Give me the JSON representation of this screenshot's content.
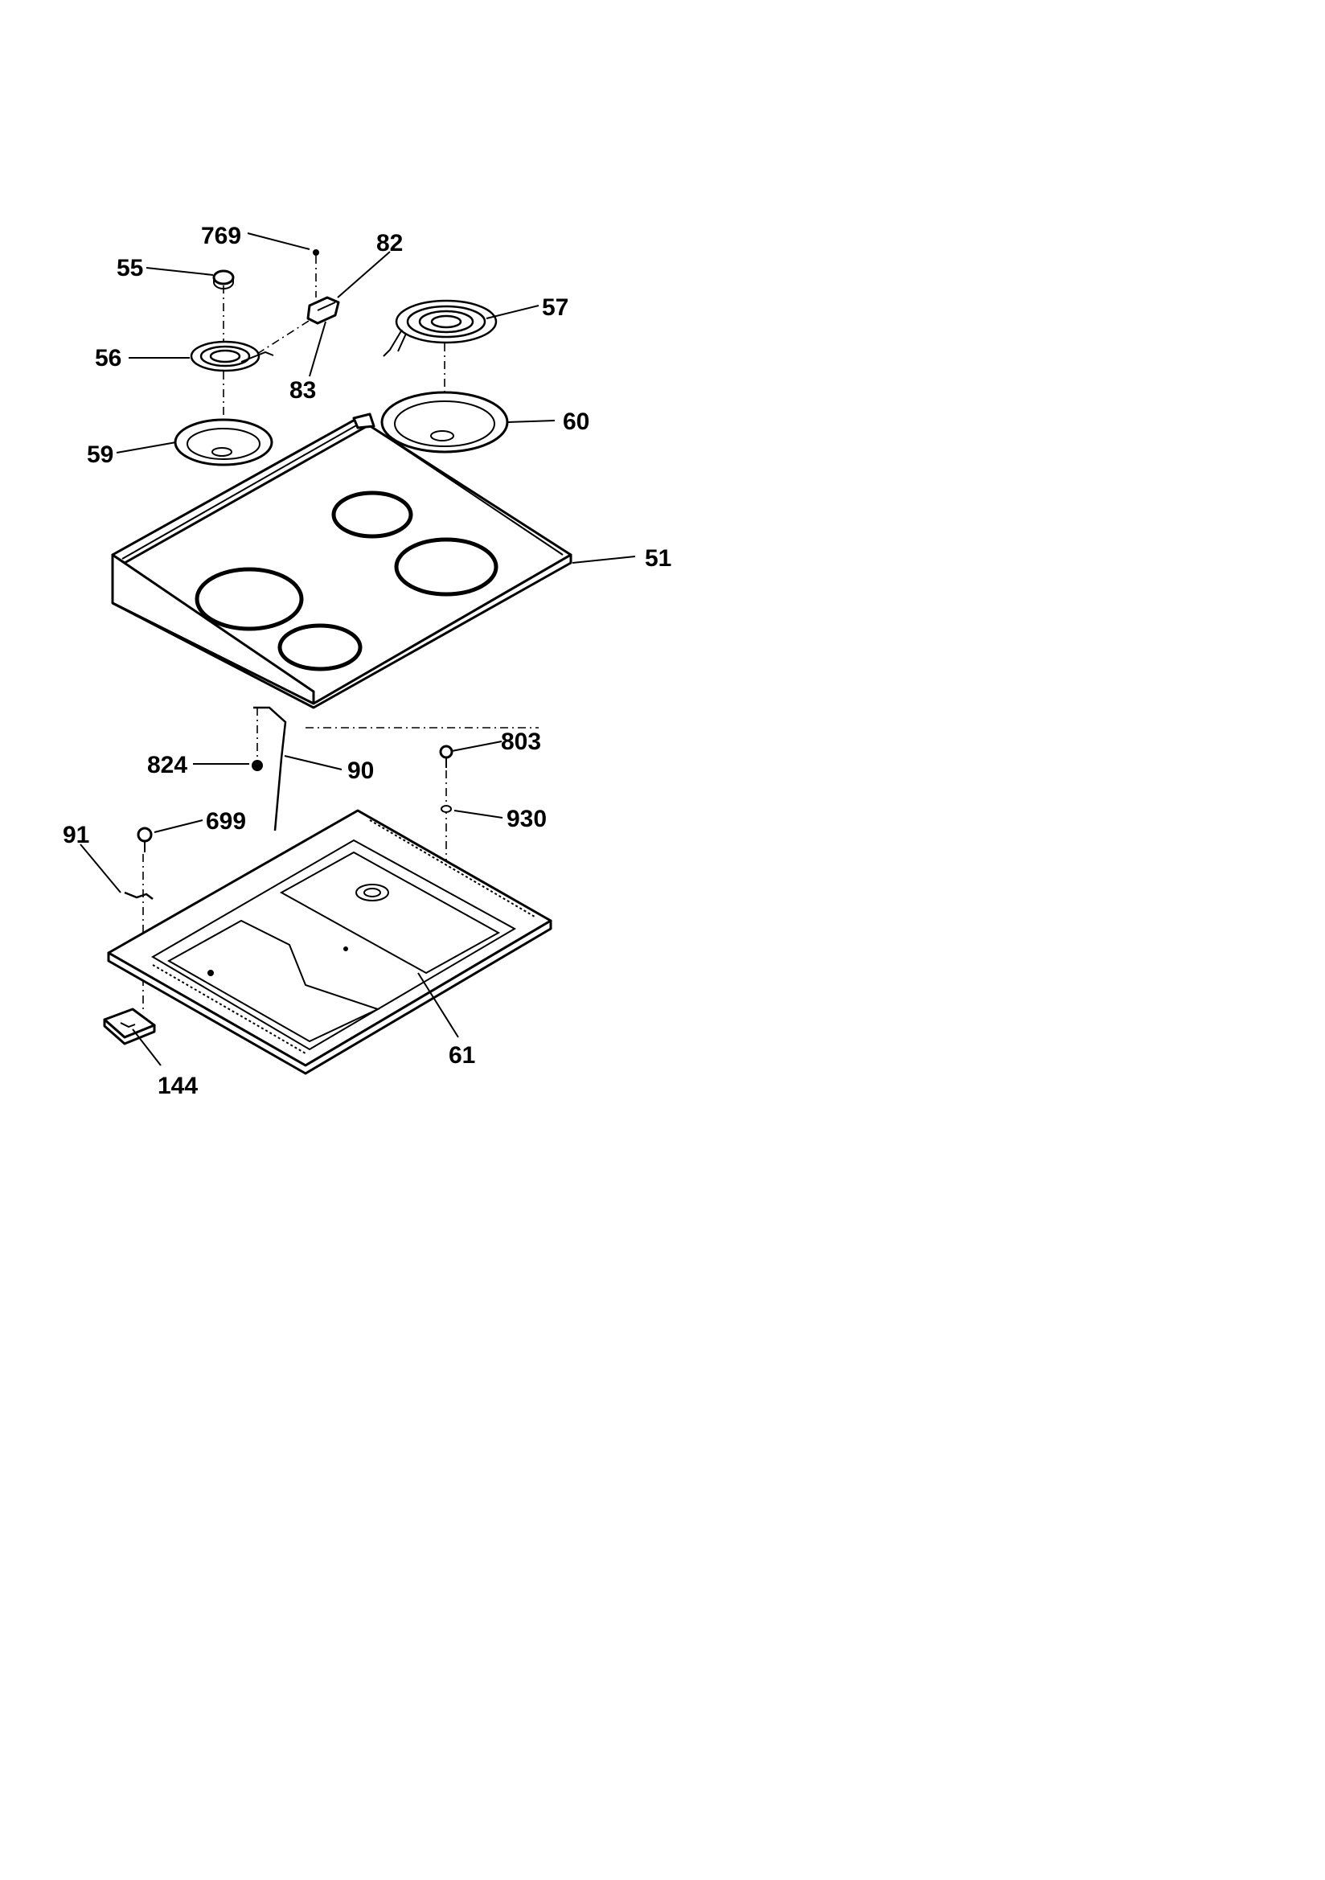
{
  "labels": {
    "p769": "769",
    "p82": "82",
    "p55": "55",
    "p57": "57",
    "p56": "56",
    "p83": "83",
    "p60": "60",
    "p59": "59",
    "p51": "51",
    "p803": "803",
    "p824": "824",
    "p90": "90",
    "p930": "930",
    "p91": "91",
    "p699": "699",
    "p61": "61",
    "p144": "144"
  }
}
